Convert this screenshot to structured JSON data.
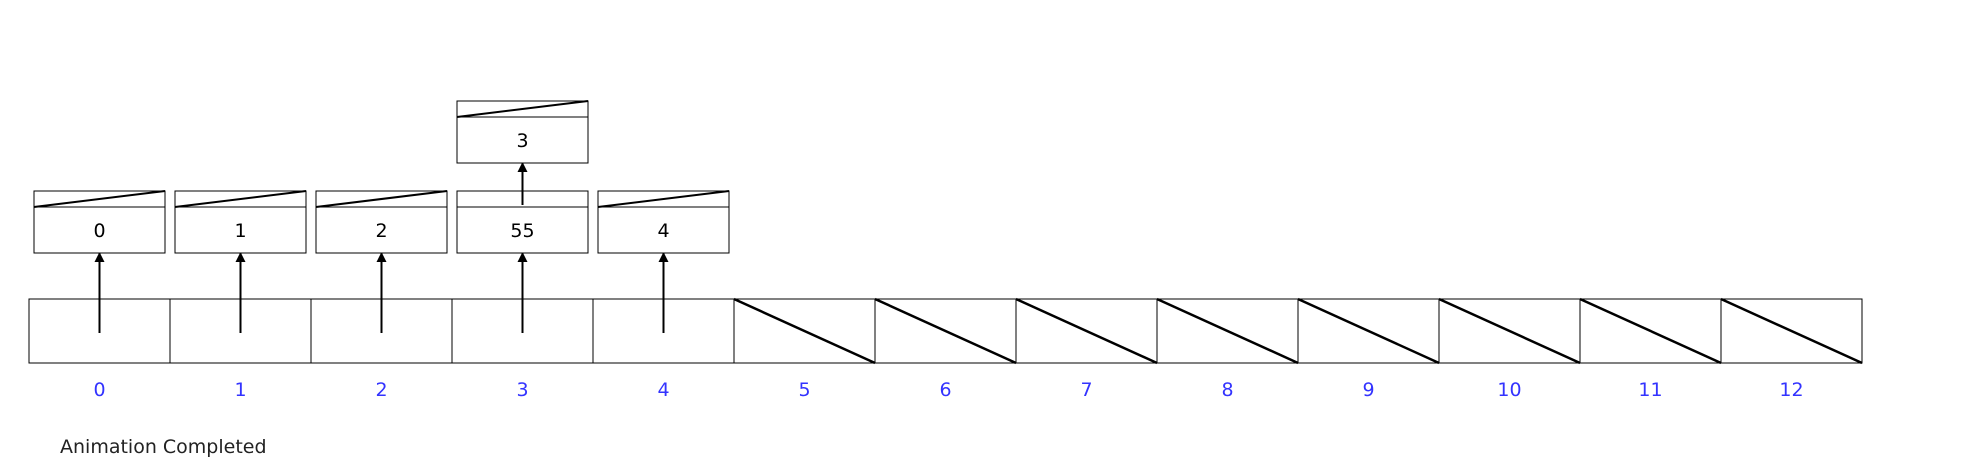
{
  "hash_table": {
    "indices": [
      "0",
      "1",
      "2",
      "3",
      "4",
      "5",
      "6",
      "7",
      "8",
      "9",
      "10",
      "11",
      "12"
    ],
    "slots": [
      {
        "index": "0",
        "chain": [
          "0"
        ]
      },
      {
        "index": "1",
        "chain": [
          "1"
        ]
      },
      {
        "index": "2",
        "chain": [
          "2"
        ]
      },
      {
        "index": "3",
        "chain": [
          "55",
          "3"
        ]
      },
      {
        "index": "4",
        "chain": [
          "4"
        ]
      },
      {
        "index": "5",
        "chain": []
      },
      {
        "index": "6",
        "chain": []
      },
      {
        "index": "7",
        "chain": []
      },
      {
        "index": "8",
        "chain": []
      },
      {
        "index": "9",
        "chain": []
      },
      {
        "index": "10",
        "chain": []
      },
      {
        "index": "11",
        "chain": []
      },
      {
        "index": "12",
        "chain": []
      }
    ]
  },
  "colors": {
    "index_label": "#3333ff",
    "stroke": "#000000",
    "text": "#000000"
  },
  "status": {
    "message": "Animation Completed"
  }
}
